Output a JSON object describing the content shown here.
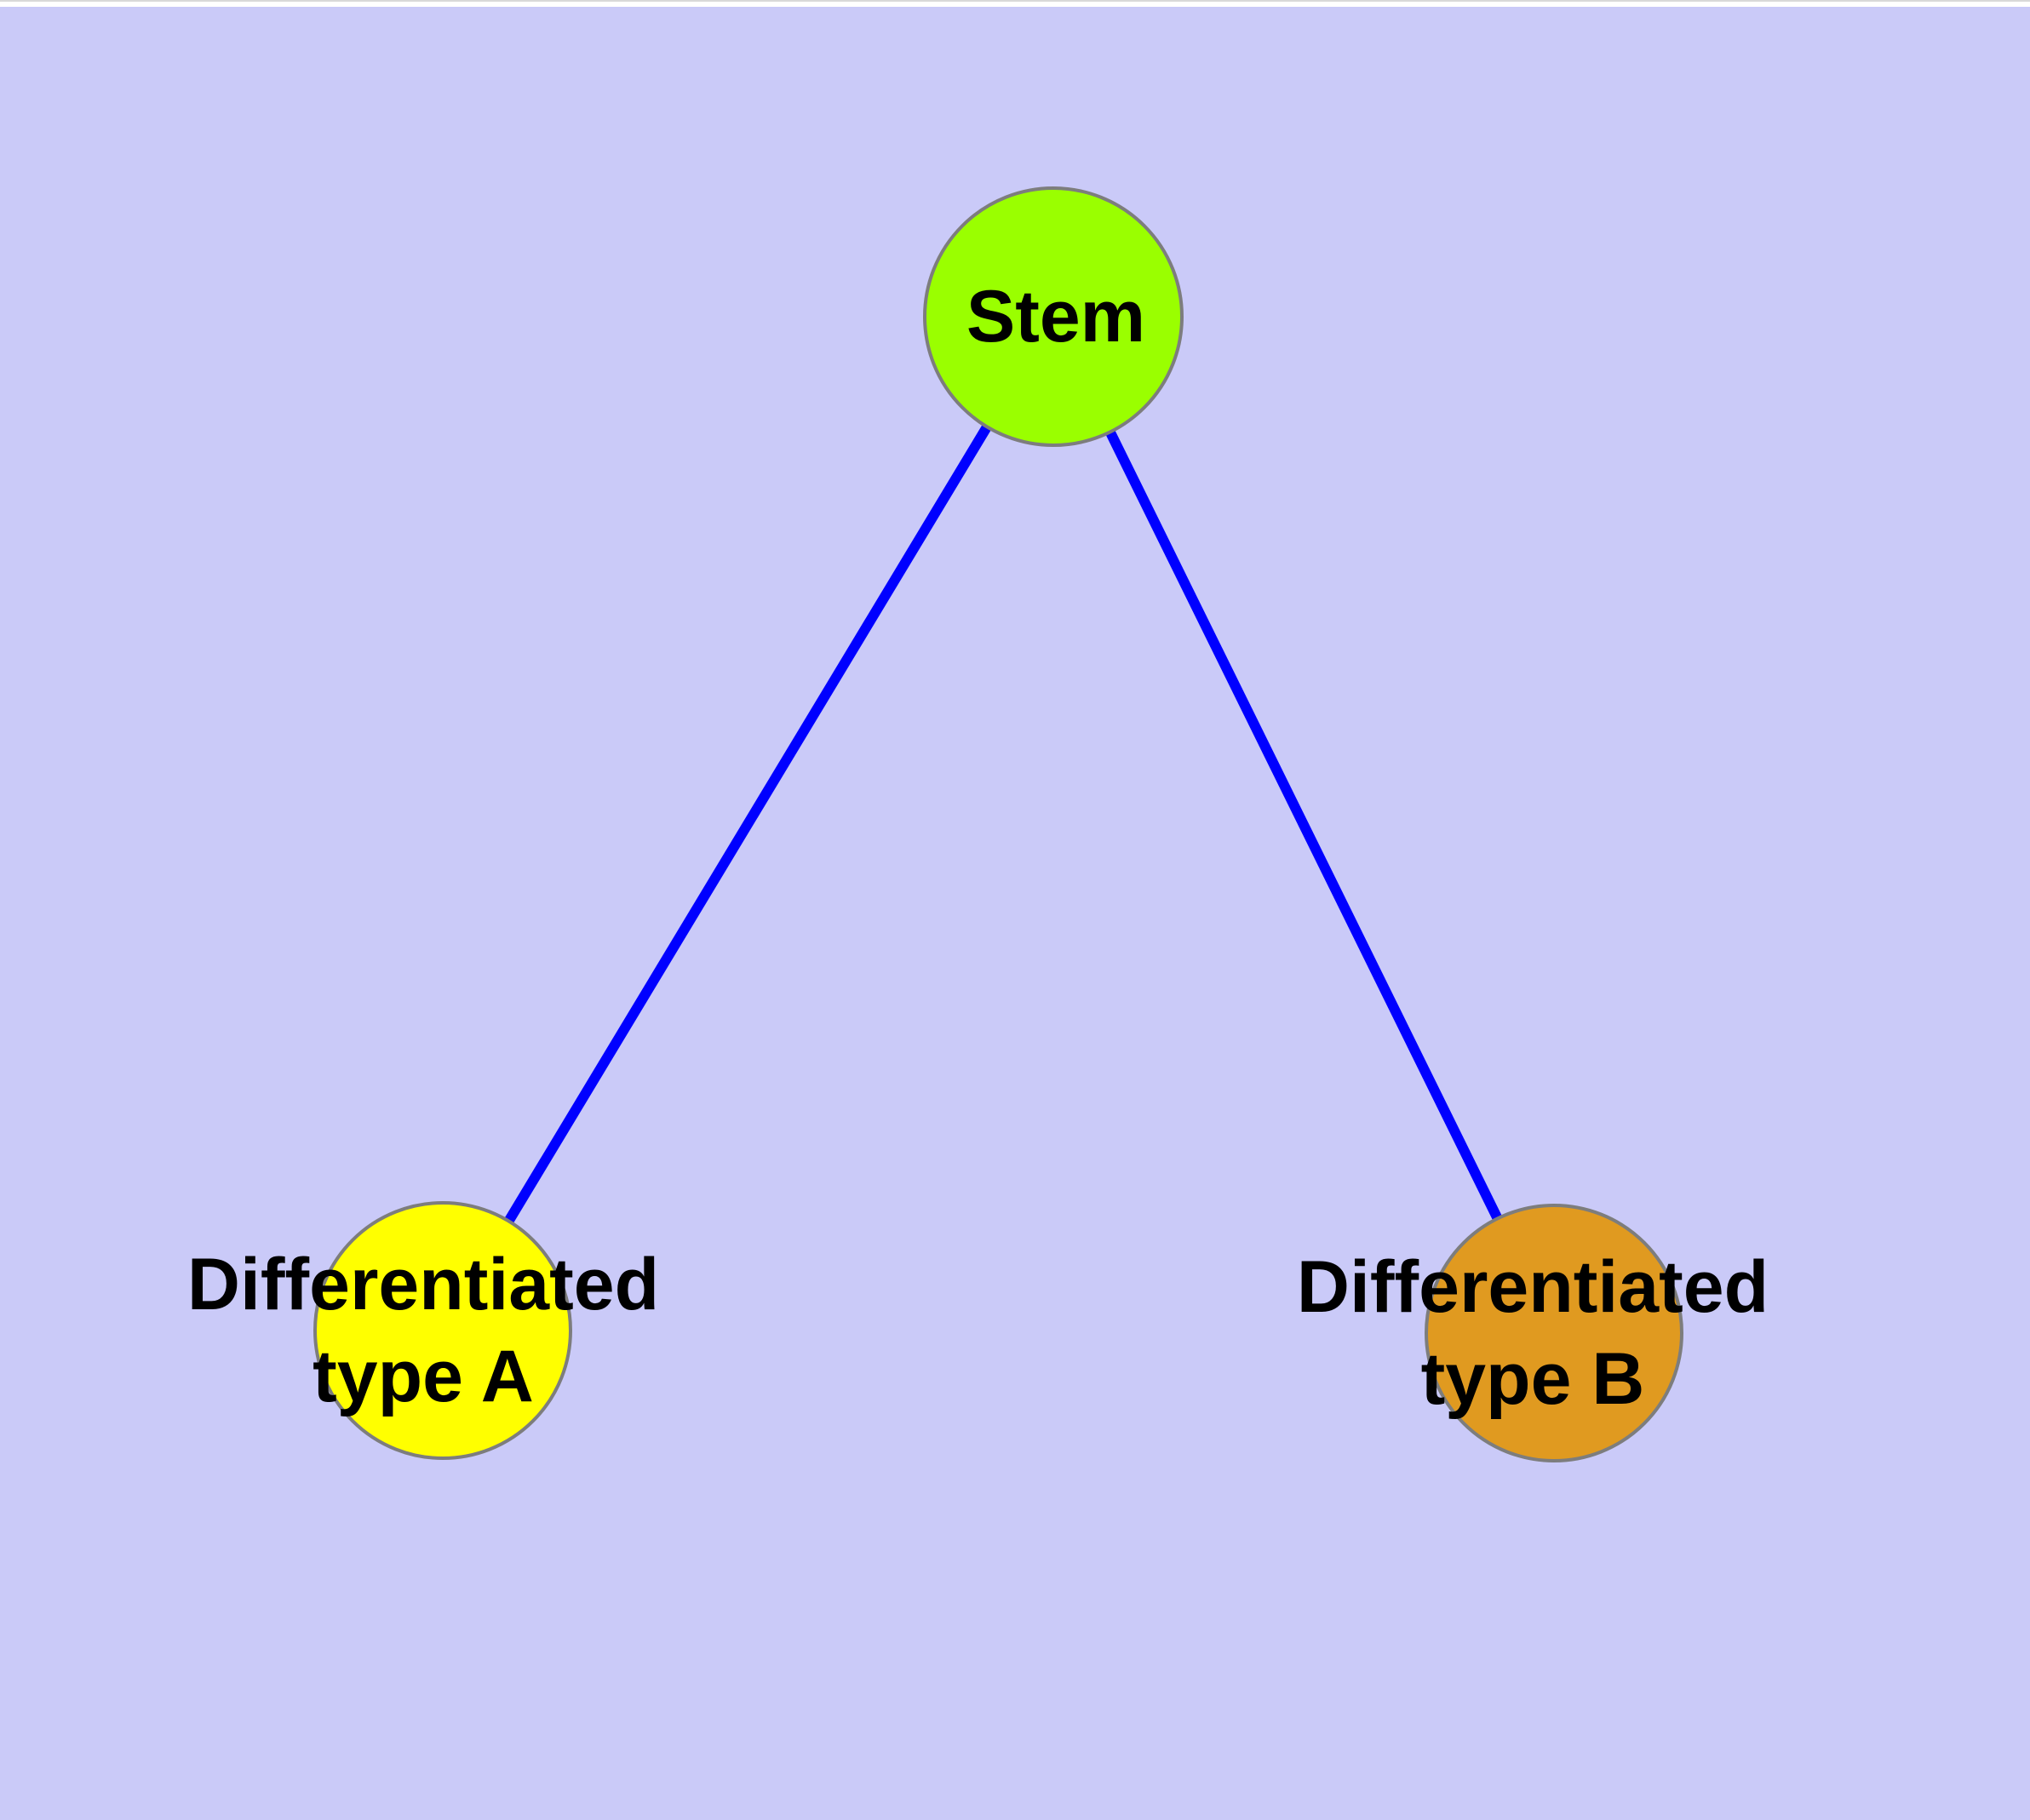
{
  "diagram": {
    "type": "graph",
    "background_color": "#cacaf8",
    "top_strip_color": "#ffffff",
    "top_strip_line_color": "#d8d8d8",
    "edge_color": "#0000ff",
    "node_border_color": "#7d7d7d",
    "label_color": "#000000",
    "nodes": [
      {
        "id": "stem",
        "label": "Stem",
        "line1": "Stem",
        "line2": "",
        "fill": "#9aff00"
      },
      {
        "id": "diff-a",
        "label": "Differentiated type A",
        "line1": "Differentiated",
        "line2": "type A",
        "fill": "#ffff00"
      },
      {
        "id": "diff-b",
        "label": "Differentiated type B",
        "line1": "Differentiated",
        "line2": "type B",
        "fill": "#e09a20"
      }
    ],
    "edges": [
      {
        "from": "Stem",
        "to": "Differentiated type A"
      },
      {
        "from": "Stem",
        "to": "Differentiated type B"
      }
    ]
  }
}
